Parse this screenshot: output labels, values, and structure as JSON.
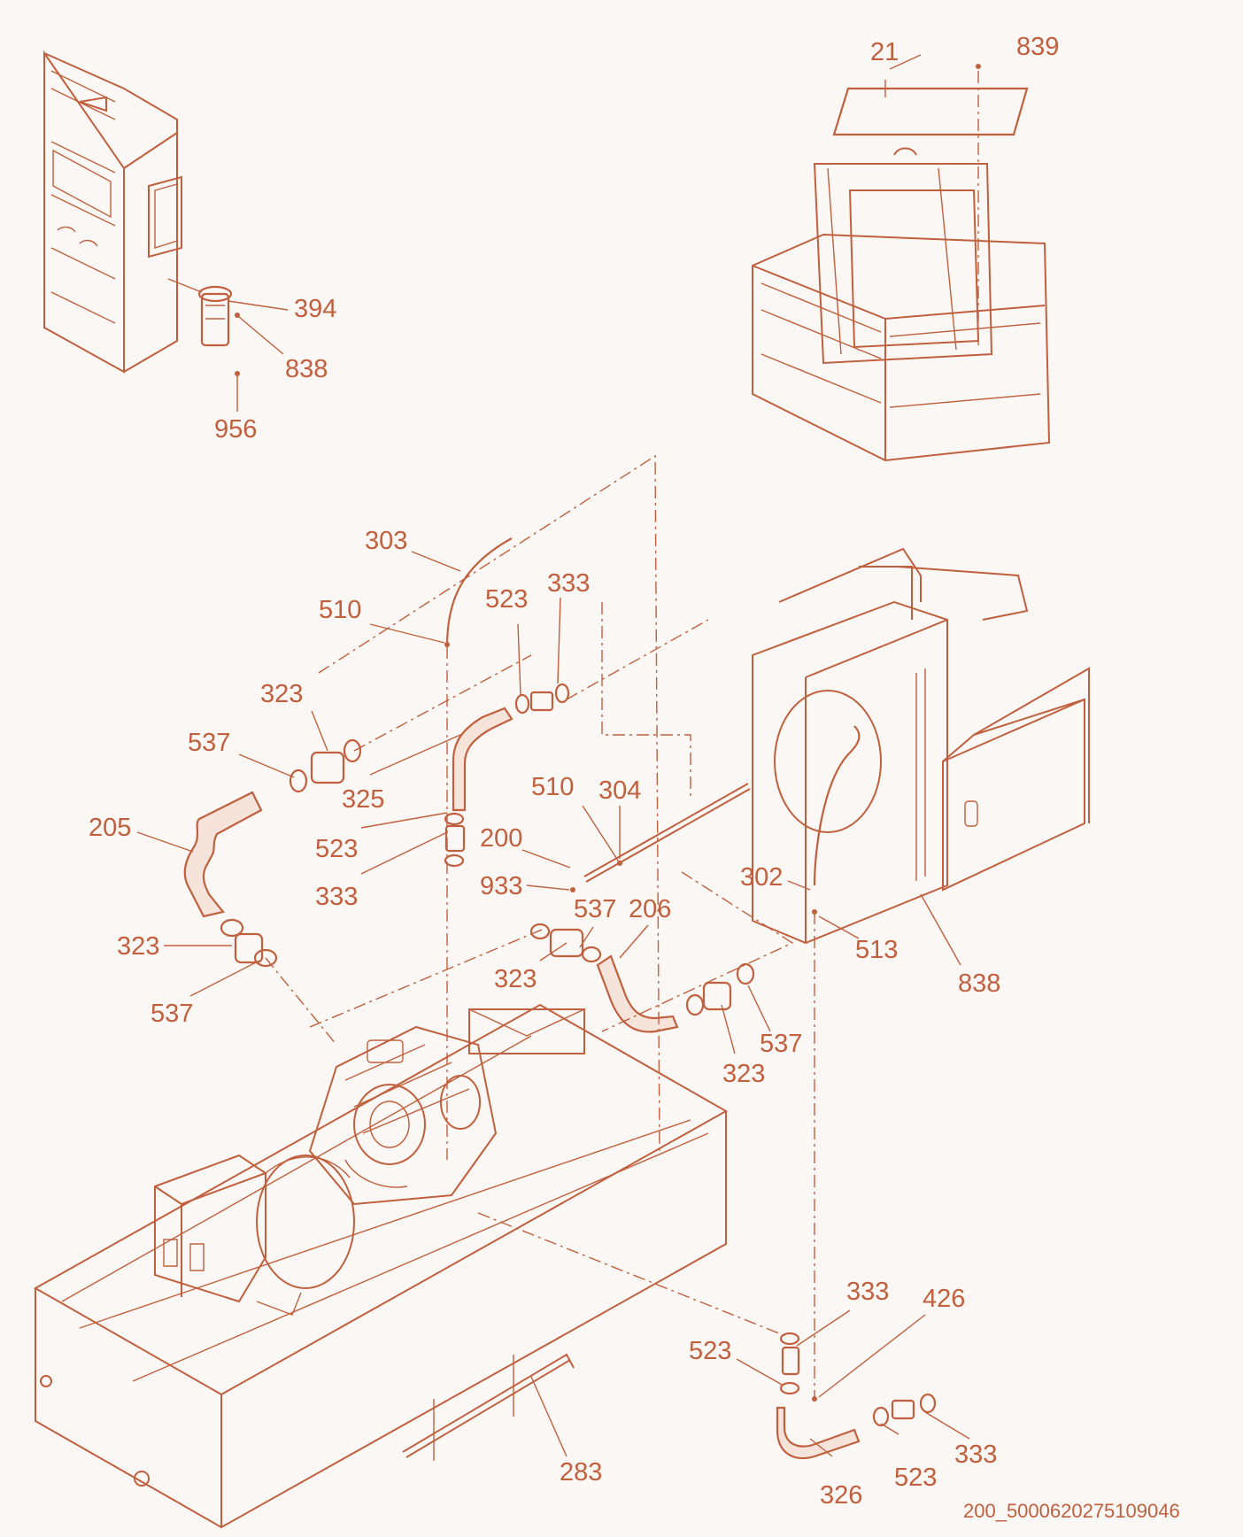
{
  "diagram": {
    "colors": {
      "line": "#c0603e",
      "background": "#faf7f4"
    },
    "callouts": [
      {
        "id": "c-21",
        "text": "21"
      },
      {
        "id": "c-839",
        "text": "839"
      },
      {
        "id": "c-394",
        "text": "394"
      },
      {
        "id": "c-838a",
        "text": "838"
      },
      {
        "id": "c-956",
        "text": "956"
      },
      {
        "id": "c-303",
        "text": "303"
      },
      {
        "id": "c-510a",
        "text": "510"
      },
      {
        "id": "c-523a",
        "text": "523"
      },
      {
        "id": "c-333a",
        "text": "333"
      },
      {
        "id": "c-323a",
        "text": "323"
      },
      {
        "id": "c-537a",
        "text": "537"
      },
      {
        "id": "c-325",
        "text": "325"
      },
      {
        "id": "c-205",
        "text": "205"
      },
      {
        "id": "c-523b",
        "text": "523"
      },
      {
        "id": "c-333b",
        "text": "333"
      },
      {
        "id": "c-510b",
        "text": "510"
      },
      {
        "id": "c-304",
        "text": "304"
      },
      {
        "id": "c-200",
        "text": "200"
      },
      {
        "id": "c-933",
        "text": "933"
      },
      {
        "id": "c-302",
        "text": "302"
      },
      {
        "id": "c-537b",
        "text": "537"
      },
      {
        "id": "c-206",
        "text": "206"
      },
      {
        "id": "c-323b",
        "text": "323"
      },
      {
        "id": "c-513",
        "text": "513"
      },
      {
        "id": "c-838b",
        "text": "838"
      },
      {
        "id": "c-323c",
        "text": "323"
      },
      {
        "id": "c-537c",
        "text": "537"
      },
      {
        "id": "c-537d",
        "text": "537"
      },
      {
        "id": "c-323d",
        "text": "323"
      },
      {
        "id": "c-333c",
        "text": "333"
      },
      {
        "id": "c-426",
        "text": "426"
      },
      {
        "id": "c-523c",
        "text": "523"
      },
      {
        "id": "c-283",
        "text": "283"
      },
      {
        "id": "c-333d",
        "text": "333"
      },
      {
        "id": "c-326",
        "text": "326"
      },
      {
        "id": "c-523d",
        "text": "523"
      }
    ],
    "drawing_code": "200_5000620275109046"
  }
}
